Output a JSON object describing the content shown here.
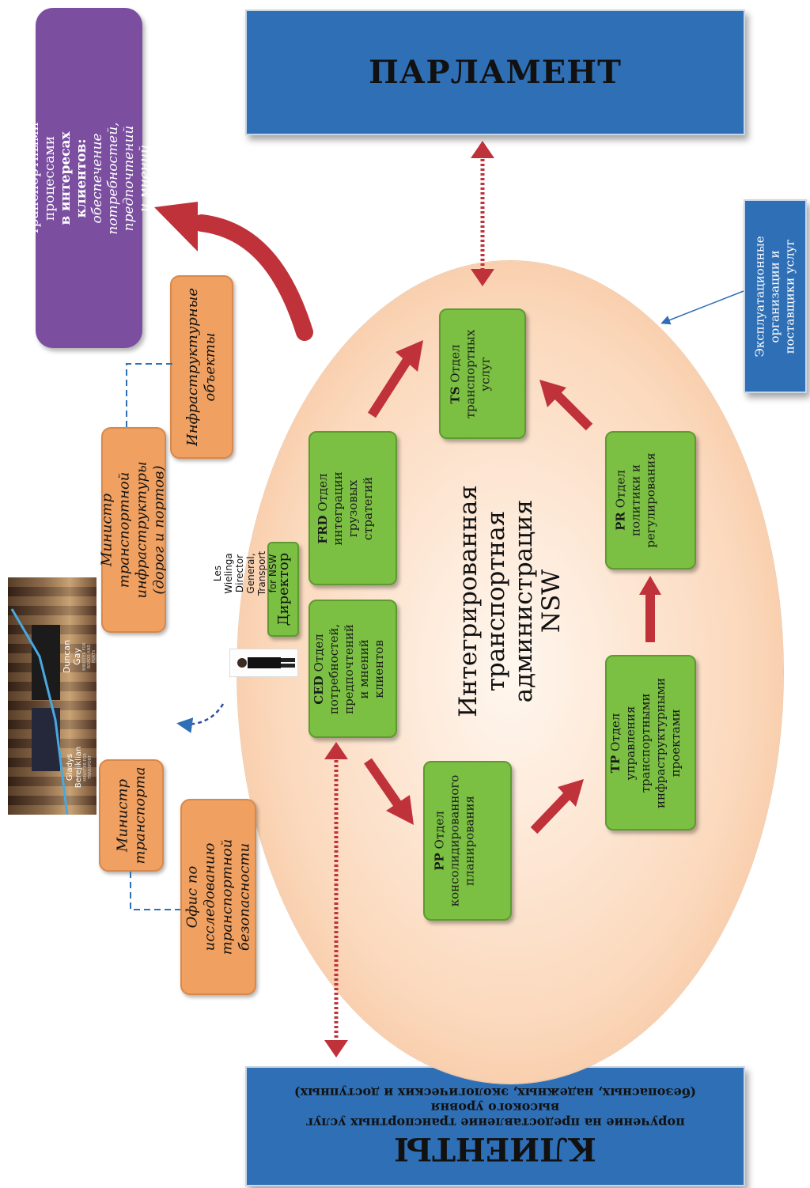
{
  "parliament": {
    "label": "ПАРЛАМЕНТ"
  },
  "clients": {
    "title": "КЛИЕНТЫ",
    "line1": "поручение на предоставление транспортных услуг",
    "line2": "высокого уровня",
    "line3": "(безопасных, надежных, экологических и доступных)"
  },
  "operators": {
    "label": "Эксплуатационные организации и поставщики услуг"
  },
  "purple": {
    "line1": "управление транспортными процессами",
    "line2": "в интересах клиентов:",
    "line3": "обеспечение потребностей,",
    "line4": "предпочтений и мнений клиентов"
  },
  "center": {
    "line1": "Интегрированная",
    "line2": "транспортная",
    "line3": "администрация",
    "line4": "NSW"
  },
  "departments": {
    "ts": {
      "code": "TS",
      "text": "Отдел транспортных услуг"
    },
    "frd": {
      "code": "FRD",
      "text": "Отдел интеграции грузовых стратегий"
    },
    "ced": {
      "code": "CED",
      "text": "Отдел потребностей, предпочтений и мнений клиентов"
    },
    "pp": {
      "code": "PP",
      "text": "Отдел консолидированного планирования"
    },
    "tp": {
      "code": "TP",
      "text": "Отдел управления транспортными инфраструктурными проектами"
    },
    "pr": {
      "code": "PR",
      "text": "Отдел политики и регулирования"
    }
  },
  "director": {
    "label": "Директор",
    "name": "Les Wielinga Director",
    "title": "General, Transport for NSW"
  },
  "ministers": {
    "infra_minister": "Министр транспортной инфраструктуры (дорог и портов)",
    "infra_objects": "Инфраструктурные объекты",
    "transport_minister": "Министр транспорта",
    "safety_office": "Офис по исследованию транспортной безопасности"
  },
  "photo": {
    "person1_name": "Duncan Gay",
    "person1_role": "MINISTER FOR ROADS AND PORTS",
    "person2_name": "Gladys Berejiklian",
    "person2_role": "MINISTER FOR TRANSPORT"
  },
  "colors": {
    "blue": "#2f6fb5",
    "green": "#7bc043",
    "orange": "#f0a060",
    "purple": "#7b4ea0",
    "arrow_red": "#c0323a"
  }
}
